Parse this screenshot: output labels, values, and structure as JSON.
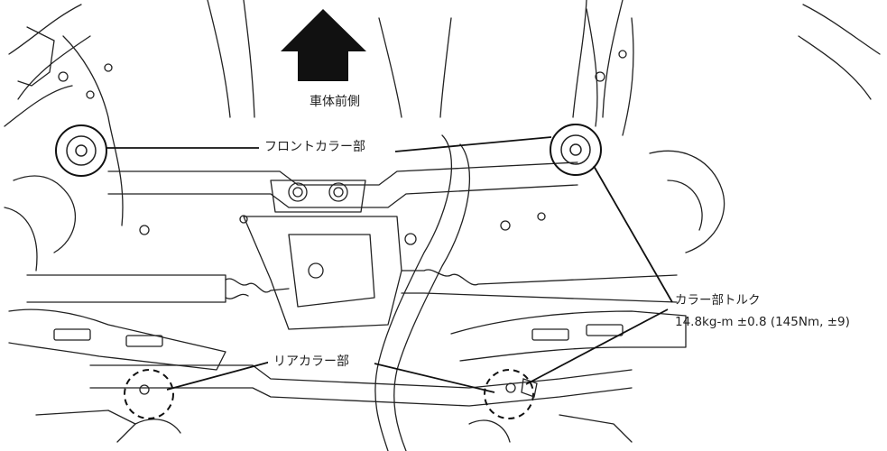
{
  "labels": {
    "front_direction": "車体前側",
    "front_collar": "フロントカラー部",
    "rear_collar": "リアカラー部",
    "torque_title": "カラー部トルク",
    "torque_value": "14.8kg-m ±0.8 (145Nm, ±9)"
  },
  "colors": {
    "line": "#111111",
    "background": "#ffffff"
  }
}
